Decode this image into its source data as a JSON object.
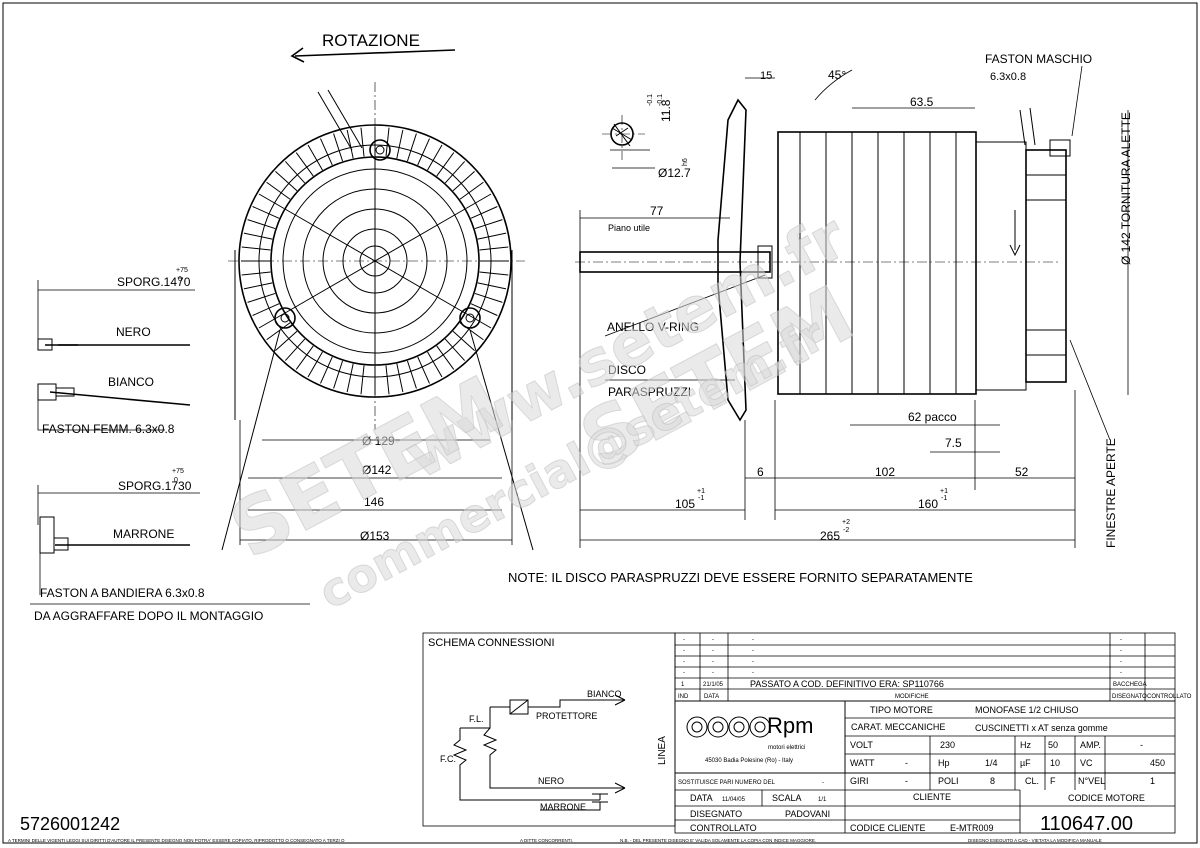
{
  "front_view": {
    "rotation_label": "ROTAZIONE",
    "dims": {
      "d129": "Ø 129",
      "d142": "Ø142",
      "d146": "146",
      "d153": "Ø153"
    }
  },
  "leads": {
    "sporg1470": "SPORG.1470",
    "sporg1470_tol": "+75",
    "sporg1470_tol_low": "0",
    "nero": "NERO",
    "bianco": "BIANCO",
    "faston_femm": "FASTON FEMM. 6.3x0.8",
    "sporg1730": "SPORG.1730",
    "sporg1730_tol": "+75",
    "sporg1730_tol_low": "0",
    "marrone": "MARRONE",
    "faston_bandiera": "FASTON A BANDIERA 6.3x0.8",
    "aggraffare": "DA AGGRAFFARE DOPO IL MONTAGGIO"
  },
  "side_view": {
    "shaft_tol_top": "-0.1",
    "shaft_tol_bot": "-0.1",
    "shaft_11_8": "11.8",
    "shaft_d": "Ø12.7",
    "shaft_d_tol": "h6",
    "d15": "15",
    "angle45": "45°",
    "d63_5": "63.5",
    "faston_maschio": "FASTON MASCHIO",
    "faston_maschio_size": "6.3x0.8",
    "d77": "77",
    "piano_utile": "Piano utile",
    "tornitura": "Ø 142 TORNITURA ALETTE",
    "anello": "ANELLO V-RING",
    "disco": "DISCO",
    "paraspruzzi": "PARASPRUZZI",
    "pacco": "62 pacco",
    "d7_5": "7.5",
    "d6": "6",
    "d102": "102",
    "d52": "52",
    "d105": "105",
    "d105_tol": "+1",
    "d105_tol_low": "-1",
    "d160": "160",
    "d160_tol": "+1",
    "d160_tol_low": "-1",
    "d265": "265",
    "d265_tol": "+2",
    "d265_tol_low": "-2",
    "finestre": "FINESTRE APERTE"
  },
  "note": "NOTE: IL DISCO PARASPRUZZI DEVE ESSERE FORNITO SEPARATAMENTE",
  "watermark": {
    "site": "www.setem.fr",
    "brand1": "SETEM",
    "brand2": "SETEM",
    "email": "commercial@setem.fr"
  },
  "schema": {
    "title": "SCHEMA CONNESSIONI",
    "bianco": "BIANCO",
    "protettore": "PROTETTORE",
    "fl": "F.L.",
    "fc": "F.C.",
    "linea": "LINEA",
    "nero": "NERO",
    "marrone": "MARRONE"
  },
  "part_number": "5726001242",
  "revisions": {
    "dash": "-",
    "rows": [
      {
        "ind": "1",
        "data": "21/1/05",
        "mod": "PASSATO A COD. DEFINITIVO ERA: SP110766",
        "dis": "BACCHEGA"
      }
    ],
    "hdr_ind": "IND",
    "hdr_data": "DATA",
    "hdr_mod": "MODIFICHE",
    "hdr_dis": "DISEGNATO",
    "hdr_ctrl": "CONTROLLATO"
  },
  "company": {
    "name": "Rpm",
    "subtitle": "motori elettrici",
    "address": "45030 Badia Polesine (Ro) - Italy"
  },
  "specs": {
    "tipo_motore_label": "TIPO MOTORE",
    "tipo_motore": "MONOFASE 1/2 CHIUSO",
    "carat_label": "CARAT. MECCANICHE",
    "carat": "CUSCINETTI x AT senza gomme",
    "volt_label": "VOLT",
    "volt": "230",
    "hz_label": "Hz",
    "hz": "50",
    "amp_label": "AMP.",
    "amp": "-",
    "watt_label": "WATT",
    "watt": "-",
    "hp_label": "Hp",
    "hp": "1/4",
    "uf_label": "µF",
    "uf": "10",
    "vc_label": "VC",
    "vc": "450",
    "giri_label": "GIRI",
    "giri": "-",
    "poli_label": "POLI",
    "poli": "8",
    "cl_label": "CL.",
    "cl": "F",
    "nvel_label": "N°VEL",
    "nvel": "1"
  },
  "title_block": {
    "sostituisce_label": "SOSTITUISCE PARI NUMERO DEL",
    "sostituisce": "-",
    "data_label": "DATA",
    "data": "11/04/05",
    "scala_label": "SCALA",
    "scala": "1/1",
    "cliente_label": "CLIENTE",
    "disegnato_label": "DISEGNATO",
    "disegnato": "PADOVANI",
    "controllato_label": "CONTROLLATO",
    "codice_cliente_label": "CODICE CLIENTE",
    "codice_cliente": "E-MTR009",
    "codice_motore_label": "CODICE MOTORE",
    "codice_motore": "110647.00"
  },
  "footer": {
    "left": "A TERMINI DELLE VIGENTI LEGGI SUI DIRITTI D'AUTORE IL PRESENTE DISEGNO NON POTRA' ESSERE COPIATO, RIPRODOTTO O CONSEGNATO A TERZI O",
    "mid": "A DITTE CONCORRENTI.",
    "nb": "N.B. - DEL PRESENTE DISEGNO E' VALIDA SOLAMENTE LA COPIA CON INDICE MAGGIORE.",
    "right": "DISEGNO ESEGUITO A CAD - VIETATA LA MODIFICA MANUALE"
  }
}
